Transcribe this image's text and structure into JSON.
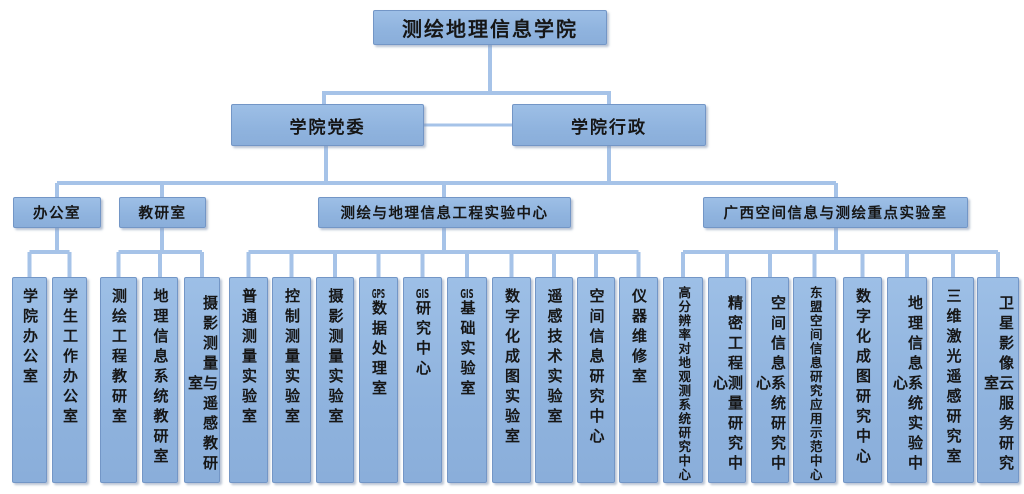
{
  "palette": {
    "box_fill_top": "#9DBFE6",
    "box_fill_bottom": "#8AAEDA",
    "box_border": "#7396C6",
    "connector": "#A6C3E8",
    "text_color": "#161616",
    "background": "#FFFFFF"
  },
  "nodes": {
    "root": {
      "label": "测绘地理信息学院"
    },
    "level2": [
      {
        "label": "学院党委"
      },
      {
        "label": "学院行政"
      }
    ],
    "level3": [
      {
        "label": "办公室"
      },
      {
        "label": "教研室"
      },
      {
        "label": "测绘与地理信息工程实验中心"
      },
      {
        "label": "广西空间信息与测绘重点实验室"
      }
    ],
    "level4": [
      {
        "label": "学院办公室",
        "parent": "办公室"
      },
      {
        "label": "学生工作办公室",
        "parent": "办公室"
      },
      {
        "label": "测绘工程教研室",
        "parent": "教研室"
      },
      {
        "label": "地理信息系统教研室",
        "parent": "教研室"
      },
      {
        "label": "摄影测量与遥感教研室",
        "parent": "教研室"
      },
      {
        "label": "普通测量实验室",
        "parent": "测绘与地理信息工程实验中心"
      },
      {
        "label": "控制测量实验室",
        "parent": "测绘与地理信息工程实验中心"
      },
      {
        "label": "摄影测量实验室",
        "parent": "测绘与地理信息工程实验中心"
      },
      {
        "prefix": "GPS",
        "label": "数据处理室",
        "parent": "测绘与地理信息工程实验中心"
      },
      {
        "prefix": "GIS",
        "label": "研究中心",
        "parent": "测绘与地理信息工程实验中心"
      },
      {
        "prefix": "GIS",
        "label": "基础实验室",
        "parent": "测绘与地理信息工程实验中心"
      },
      {
        "label": "数字化成图实验室",
        "parent": "测绘与地理信息工程实验中心"
      },
      {
        "label": "遥感技术实验室",
        "parent": "测绘与地理信息工程实验中心"
      },
      {
        "label": "空间信息研究中心",
        "parent": "测绘与地理信息工程实验中心"
      },
      {
        "label": "仪器维修室",
        "parent": "测绘与地理信息工程实验中心"
      },
      {
        "label": "高分辨率对地观测系统研究中心",
        "parent": "广西空间信息与测绘重点实验室"
      },
      {
        "label": "精密工程测量研究中心",
        "parent": "广西空间信息与测绘重点实验室"
      },
      {
        "label": "空间信息系统研究中心",
        "parent": "广西空间信息与测绘重点实验室"
      },
      {
        "label": "东盟空间信息研究应用示范中心",
        "parent": "广西空间信息与测绘重点实验室"
      },
      {
        "label": "数字化成图研究中心",
        "parent": "广西空间信息与测绘重点实验室"
      },
      {
        "label": "地理信息系统实验中心",
        "parent": "广西空间信息与测绘重点实验室"
      },
      {
        "label": "三维激光遥感研究室",
        "parent": "广西空间信息与测绘重点实验室"
      },
      {
        "label": "卫星影像云服务研究室",
        "parent": "广西空间信息与测绘重点实验室"
      }
    ]
  }
}
